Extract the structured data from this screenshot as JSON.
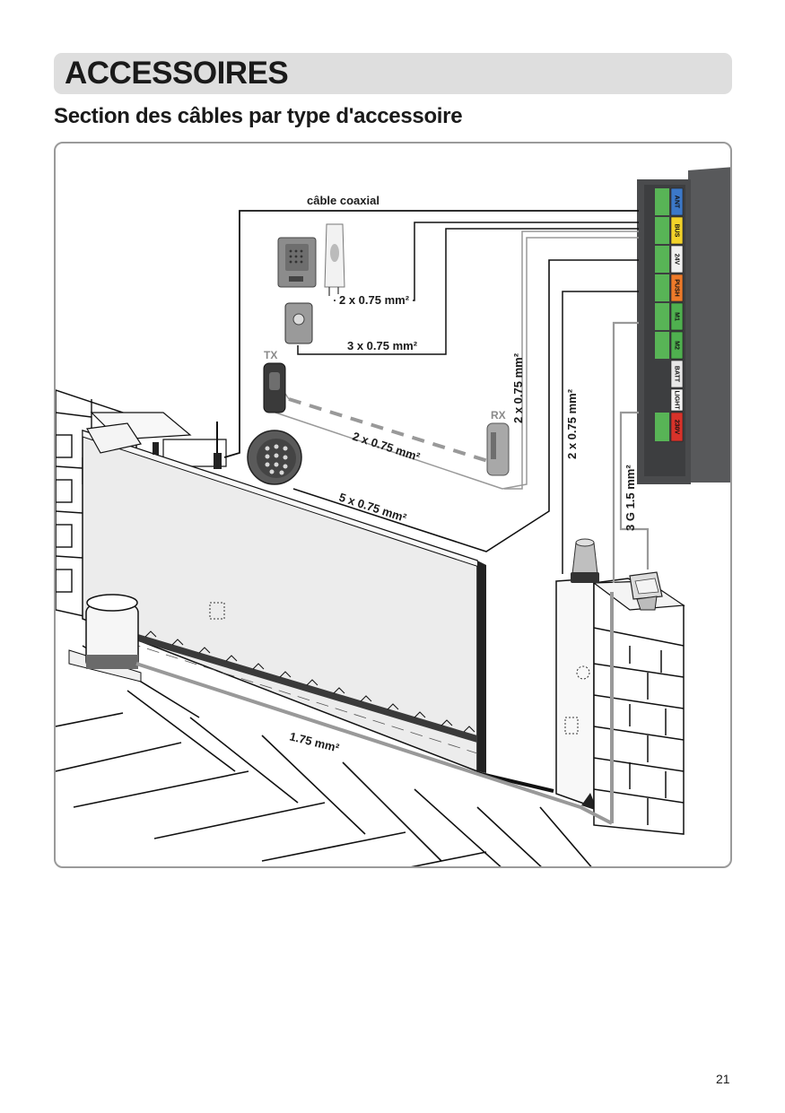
{
  "header": {
    "title": "ACCESSOIRES"
  },
  "section": {
    "title": "Section des câbles par type d'accessoire"
  },
  "diagram": {
    "coax_label": "câble coaxial",
    "intercom_label": "2 x 0.75 mm²",
    "selector_label": "3 x 0.75 mm²",
    "tx_label": "TX",
    "rx_label": "RX",
    "photocell_link_label": "2 x 0.75 mm²",
    "keypad_label": "5 x 0.75 mm²",
    "rx_vertical_label": "2 x 0.75 mm²",
    "lamp_vertical_label": "2 x 0.75 mm²",
    "light_vertical_label": "3 G 1.5 mm²",
    "motor_label": "1.75 mm²",
    "terminals": [
      {
        "name": "ANT",
        "color": "#3c78c8"
      },
      {
        "name": "BUS",
        "color": "#f2d22a"
      },
      {
        "name": "24V",
        "color": "#f0f0f0"
      },
      {
        "name": "PUSH",
        "color": "#ee7a2a"
      },
      {
        "name": "M1",
        "color": "#4fb04f"
      },
      {
        "name": "M2",
        "color": "#4fb04f"
      },
      {
        "name": "BATT",
        "color": "#e8e8e8"
      },
      {
        "name": "LIGHT",
        "color": "#f4f4f4"
      },
      {
        "name": "230V",
        "color": "#d8322a"
      }
    ]
  },
  "footer": {
    "page": "21"
  }
}
